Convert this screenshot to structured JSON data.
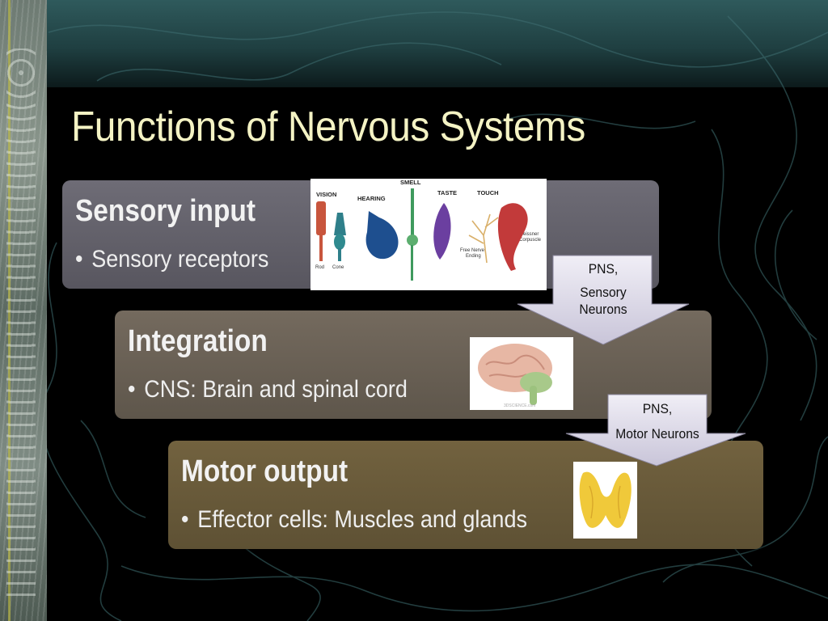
{
  "slide": {
    "title": "Functions of Nervous Systems",
    "colors": {
      "title": "#f4f3c4",
      "sensory_box": "#66646e",
      "integration_box": "#6a6054",
      "motor_box": "#685a3a",
      "arrow_fill": "#d9d6e6"
    }
  },
  "sensory": {
    "heading": "Sensory input",
    "bullet": "Sensory receptors",
    "image": {
      "labels": [
        "VISION",
        "HEARING",
        "SMELL",
        "TASTE",
        "TOUCH"
      ],
      "sublabels": [
        "Rod",
        "Cone",
        "Free Nerve",
        "Ending",
        "Meissner",
        "Corpuscle"
      ]
    }
  },
  "integration": {
    "heading": "Integration",
    "bullet": "CNS: Brain and spinal cord",
    "image": {
      "watermark": "3DSCIENCE.com"
    }
  },
  "motor": {
    "heading": "Motor output",
    "bullet": "Effector cells: Muscles and glands"
  },
  "arrows": {
    "sensory_neurons": {
      "line1": "PNS,",
      "line2": "Sensory",
      "line3": "Neurons"
    },
    "motor_neurons": {
      "line1": "PNS,",
      "line2": "Motor Neurons"
    }
  },
  "bullet_char": "•"
}
